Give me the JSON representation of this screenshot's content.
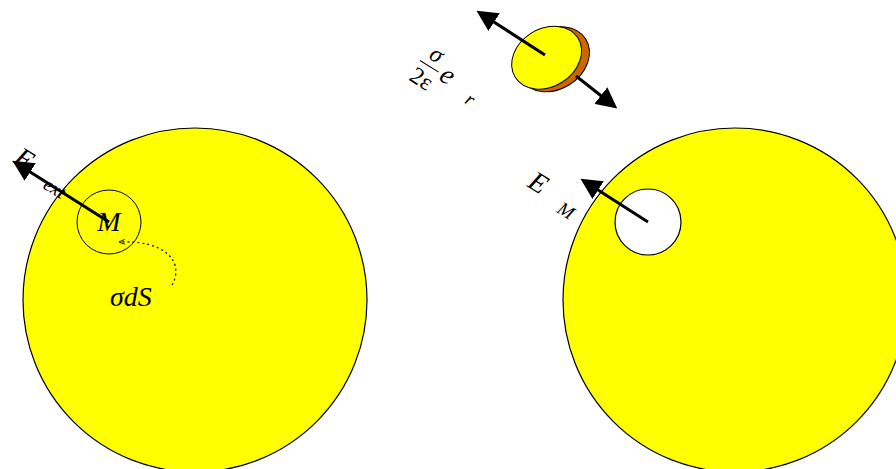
{
  "diagram": {
    "nodes": [
      {
        "text": [
          "M"
        ]
      }
    ],
    "labels": [
      "E⃗",
      "ext",
      "σdS",
      "σ",
      "2ε",
      "e⃗",
      "r",
      "E⃗",
      "M"
    ]
  }
}
